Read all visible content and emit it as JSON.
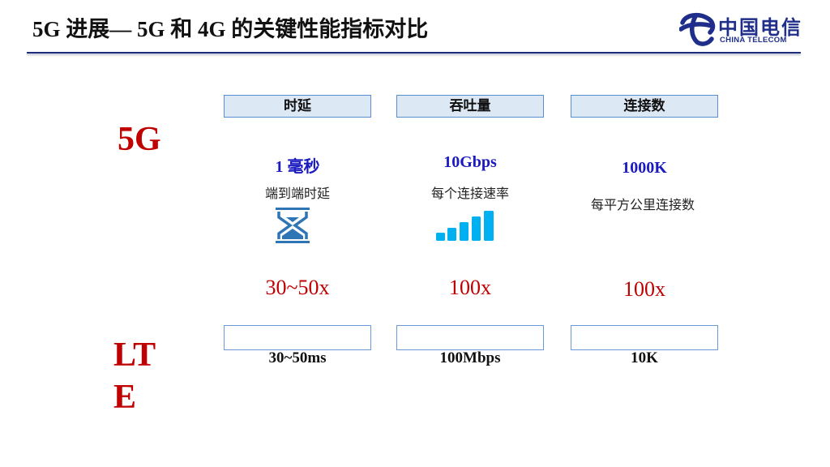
{
  "header": {
    "title": "5G 进展— 5G 和 4G 的关键性能指标对比",
    "logo": {
      "cn": "中国电信",
      "en": "CHINA TELECOM",
      "icon": "china-telecom-logo-icon"
    }
  },
  "rows": {
    "top_label": "5G",
    "bottom_label": "LTE"
  },
  "colors": {
    "red": "#c00000",
    "blue_value": "#1a1ac0",
    "box_fill": "#dde8f5",
    "box_border": "#5b8ed0",
    "header_line": "#1f2e7a"
  },
  "metrics": [
    {
      "header": "时延",
      "value_5g": "1 毫秒",
      "desc": "端到端时延",
      "icon": "hourglass-icon",
      "multiplier": "30~50x",
      "value_lte": "30~50ms"
    },
    {
      "header": "吞吐量",
      "value_5g": "10Gbps",
      "desc": "每个连接速率",
      "icon": "signal-bars-icon",
      "multiplier": "100x",
      "value_lte": "100Mbps"
    },
    {
      "header": "连接数",
      "value_5g": "1000K",
      "desc": "每平方公里连接数",
      "icon": "",
      "multiplier": "100x",
      "value_lte": "10K"
    }
  ]
}
